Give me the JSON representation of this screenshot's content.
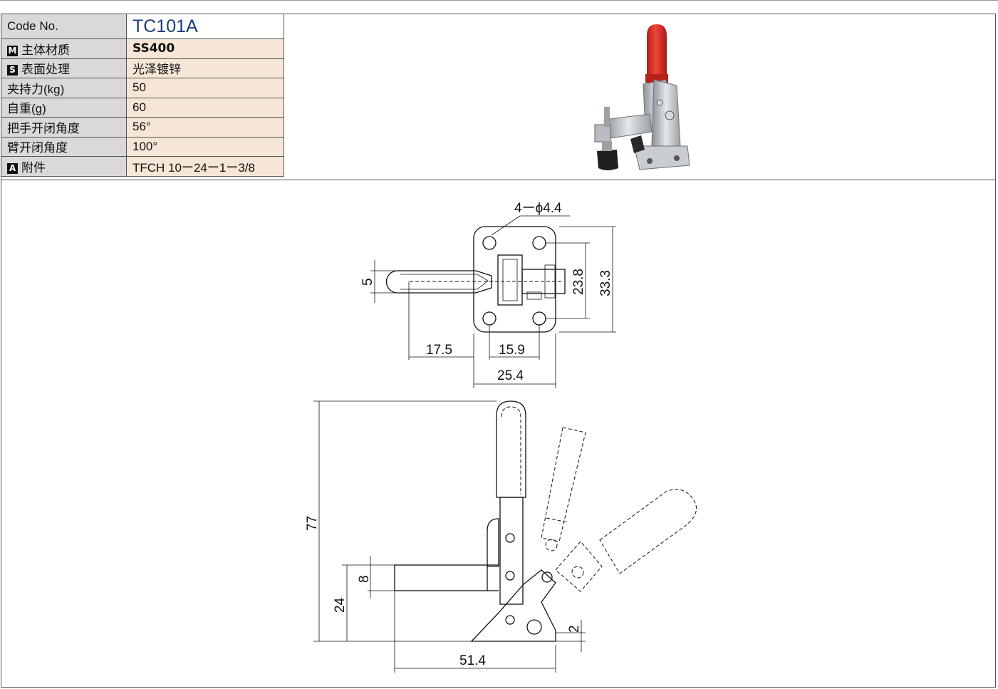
{
  "spec": {
    "code_label": "Code No.",
    "code_value": "TC101A",
    "rows": [
      {
        "badge": "M",
        "label": "主体材质",
        "value": "SS400"
      },
      {
        "badge": "S",
        "label": "表面处理",
        "value": "光泽镀锌"
      },
      {
        "badge": "",
        "label": "夹持力(kg)",
        "value": "50"
      },
      {
        "badge": "",
        "label": "自重(g)",
        "value": "60"
      },
      {
        "badge": "",
        "label": "把手开闭角度",
        "value": "56°"
      },
      {
        "badge": "",
        "label": "臂开闭角度",
        "value": "100°"
      },
      {
        "badge": "A",
        "label": "附件",
        "value": "TFCH 10ー24ー1ー3/8"
      }
    ]
  },
  "colors": {
    "handle": "#e0352b",
    "metal": "#c8ccd0",
    "border": "#555555",
    "label_bg": "#d9d9d9",
    "value_tint": "#f5e6d7",
    "code_blue": "#1a3c7a"
  },
  "top_view": {
    "holes": "4ーϕ4.4",
    "dim_5": "5",
    "dim_17_5": "17.5",
    "dim_15_9": "15.9",
    "dim_25_4": "25.4",
    "dim_23_8": "23.8",
    "dim_33_3": "33.3"
  },
  "side_view": {
    "dim_77": "77",
    "dim_24": "24",
    "dim_8": "8",
    "dim_2": "2",
    "dim_51_4": "51.4"
  }
}
